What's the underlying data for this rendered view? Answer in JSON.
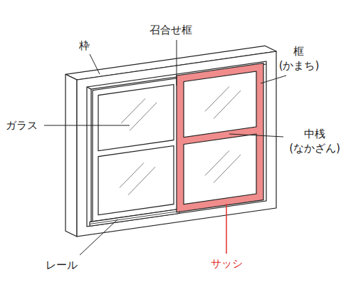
{
  "diagram": {
    "labels": [
      "枠",
      "召合せ框",
      "框 (かまち)",
      "ガラス",
      "中桟 (なかざん)",
      "レール",
      "サッシ"
    ]
  }
}
